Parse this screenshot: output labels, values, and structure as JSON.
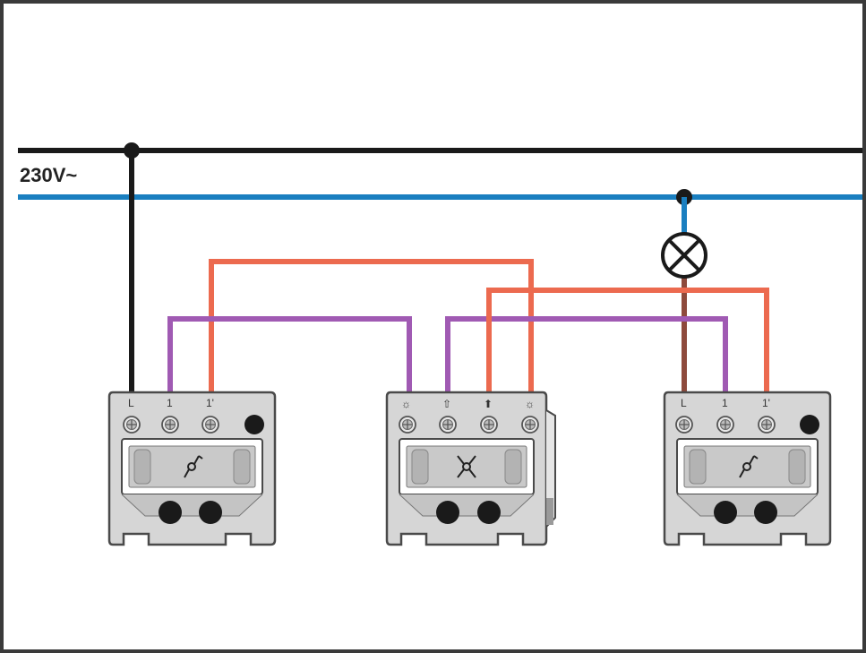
{
  "supply": {
    "voltage_label": "230V~"
  },
  "colors": {
    "live": "#1a1a1a",
    "neutral": "#1a7fc0",
    "traveller_red": "#ec6a4f",
    "traveller_purple": "#a05ab3",
    "lamp_feed": "#8e4a3c",
    "device_body": "#d6d6d6",
    "device_outline": "#4a4a4a"
  },
  "switch_left": {
    "terminals": [
      "L",
      "1",
      "1'"
    ],
    "symbol": "two-way-switch-icon"
  },
  "switch_middle": {
    "terminals": [
      "☼",
      "⇧",
      "⬆",
      "☼"
    ],
    "symbol": "intermediate-switch-icon"
  },
  "switch_right": {
    "terminals": [
      "L",
      "1",
      "1'"
    ],
    "symbol": "two-way-switch-icon"
  },
  "lamp": {
    "symbol": "lamp-icon"
  }
}
